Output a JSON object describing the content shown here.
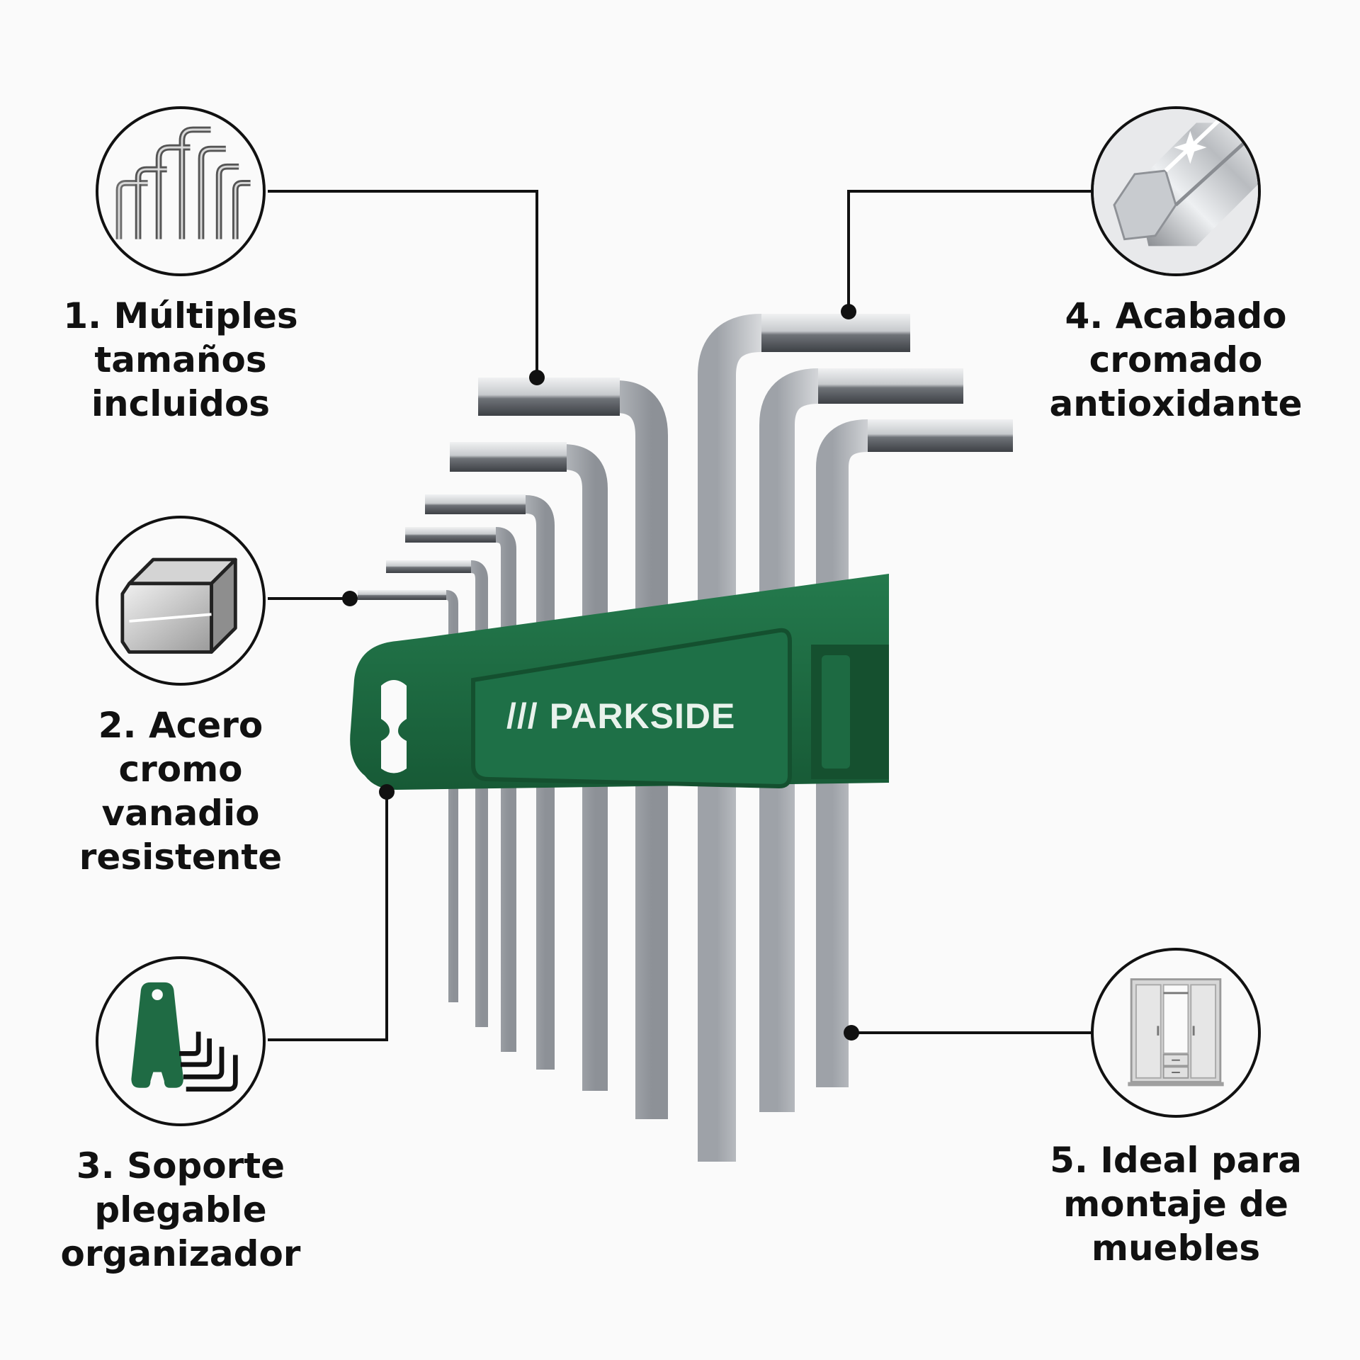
{
  "brand": {
    "name": "PARKSIDE",
    "slashes": "///"
  },
  "features": [
    {
      "icon": "hex-keys-icon",
      "lines": [
        "1. Múltiples",
        "tamaños",
        "incluidos"
      ]
    },
    {
      "icon": "hex-bar-icon",
      "lines": [
        "2. Acero cromo",
        "vanadio",
        "resistente"
      ]
    },
    {
      "icon": "folding-holder-icon",
      "lines": [
        "3. Soporte",
        "plegable",
        "organizador"
      ]
    },
    {
      "icon": "chrome-hex-tip-icon",
      "lines": [
        "4. Acabado",
        "cromado",
        "antioxidante"
      ]
    },
    {
      "icon": "wardrobe-icon",
      "lines": [
        "5. Ideal para",
        "montaje de",
        "muebles"
      ]
    }
  ],
  "colors": {
    "holder_green": "#1f6b44",
    "holder_dark": "#15502f",
    "steel": "#c9ccd0",
    "line": "#111111",
    "background": "#fafafa"
  }
}
